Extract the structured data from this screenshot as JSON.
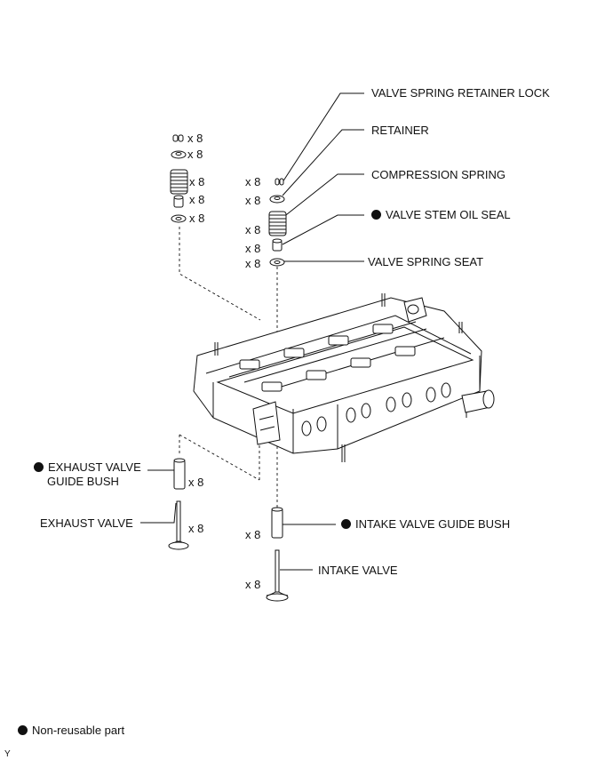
{
  "labels": {
    "valve_spring_retainer_lock": "VALVE SPRING RETAINER LOCK",
    "retainer": "RETAINER",
    "compression_spring": "COMPRESSION SPRING",
    "valve_stem_oil_seal": "VALVE STEM OIL SEAL",
    "valve_spring_seat": "VALVE SPRING SEAT",
    "exhaust_valve_guide_bush_line1": "EXHAUST VALVE",
    "exhaust_valve_guide_bush_line2": "GUIDE BUSH",
    "exhaust_valve": "EXHAUST VALVE",
    "intake_valve_guide_bush": "INTAKE VALVE GUIDE BUSH",
    "intake_valve": "INTAKE VALVE"
  },
  "quantity": "x 8",
  "legend": {
    "text": "Non-reusable part"
  },
  "footer_code": "Y",
  "colors": {
    "line": "#111111",
    "fill": "#ffffff",
    "shade": "#cccccc"
  }
}
